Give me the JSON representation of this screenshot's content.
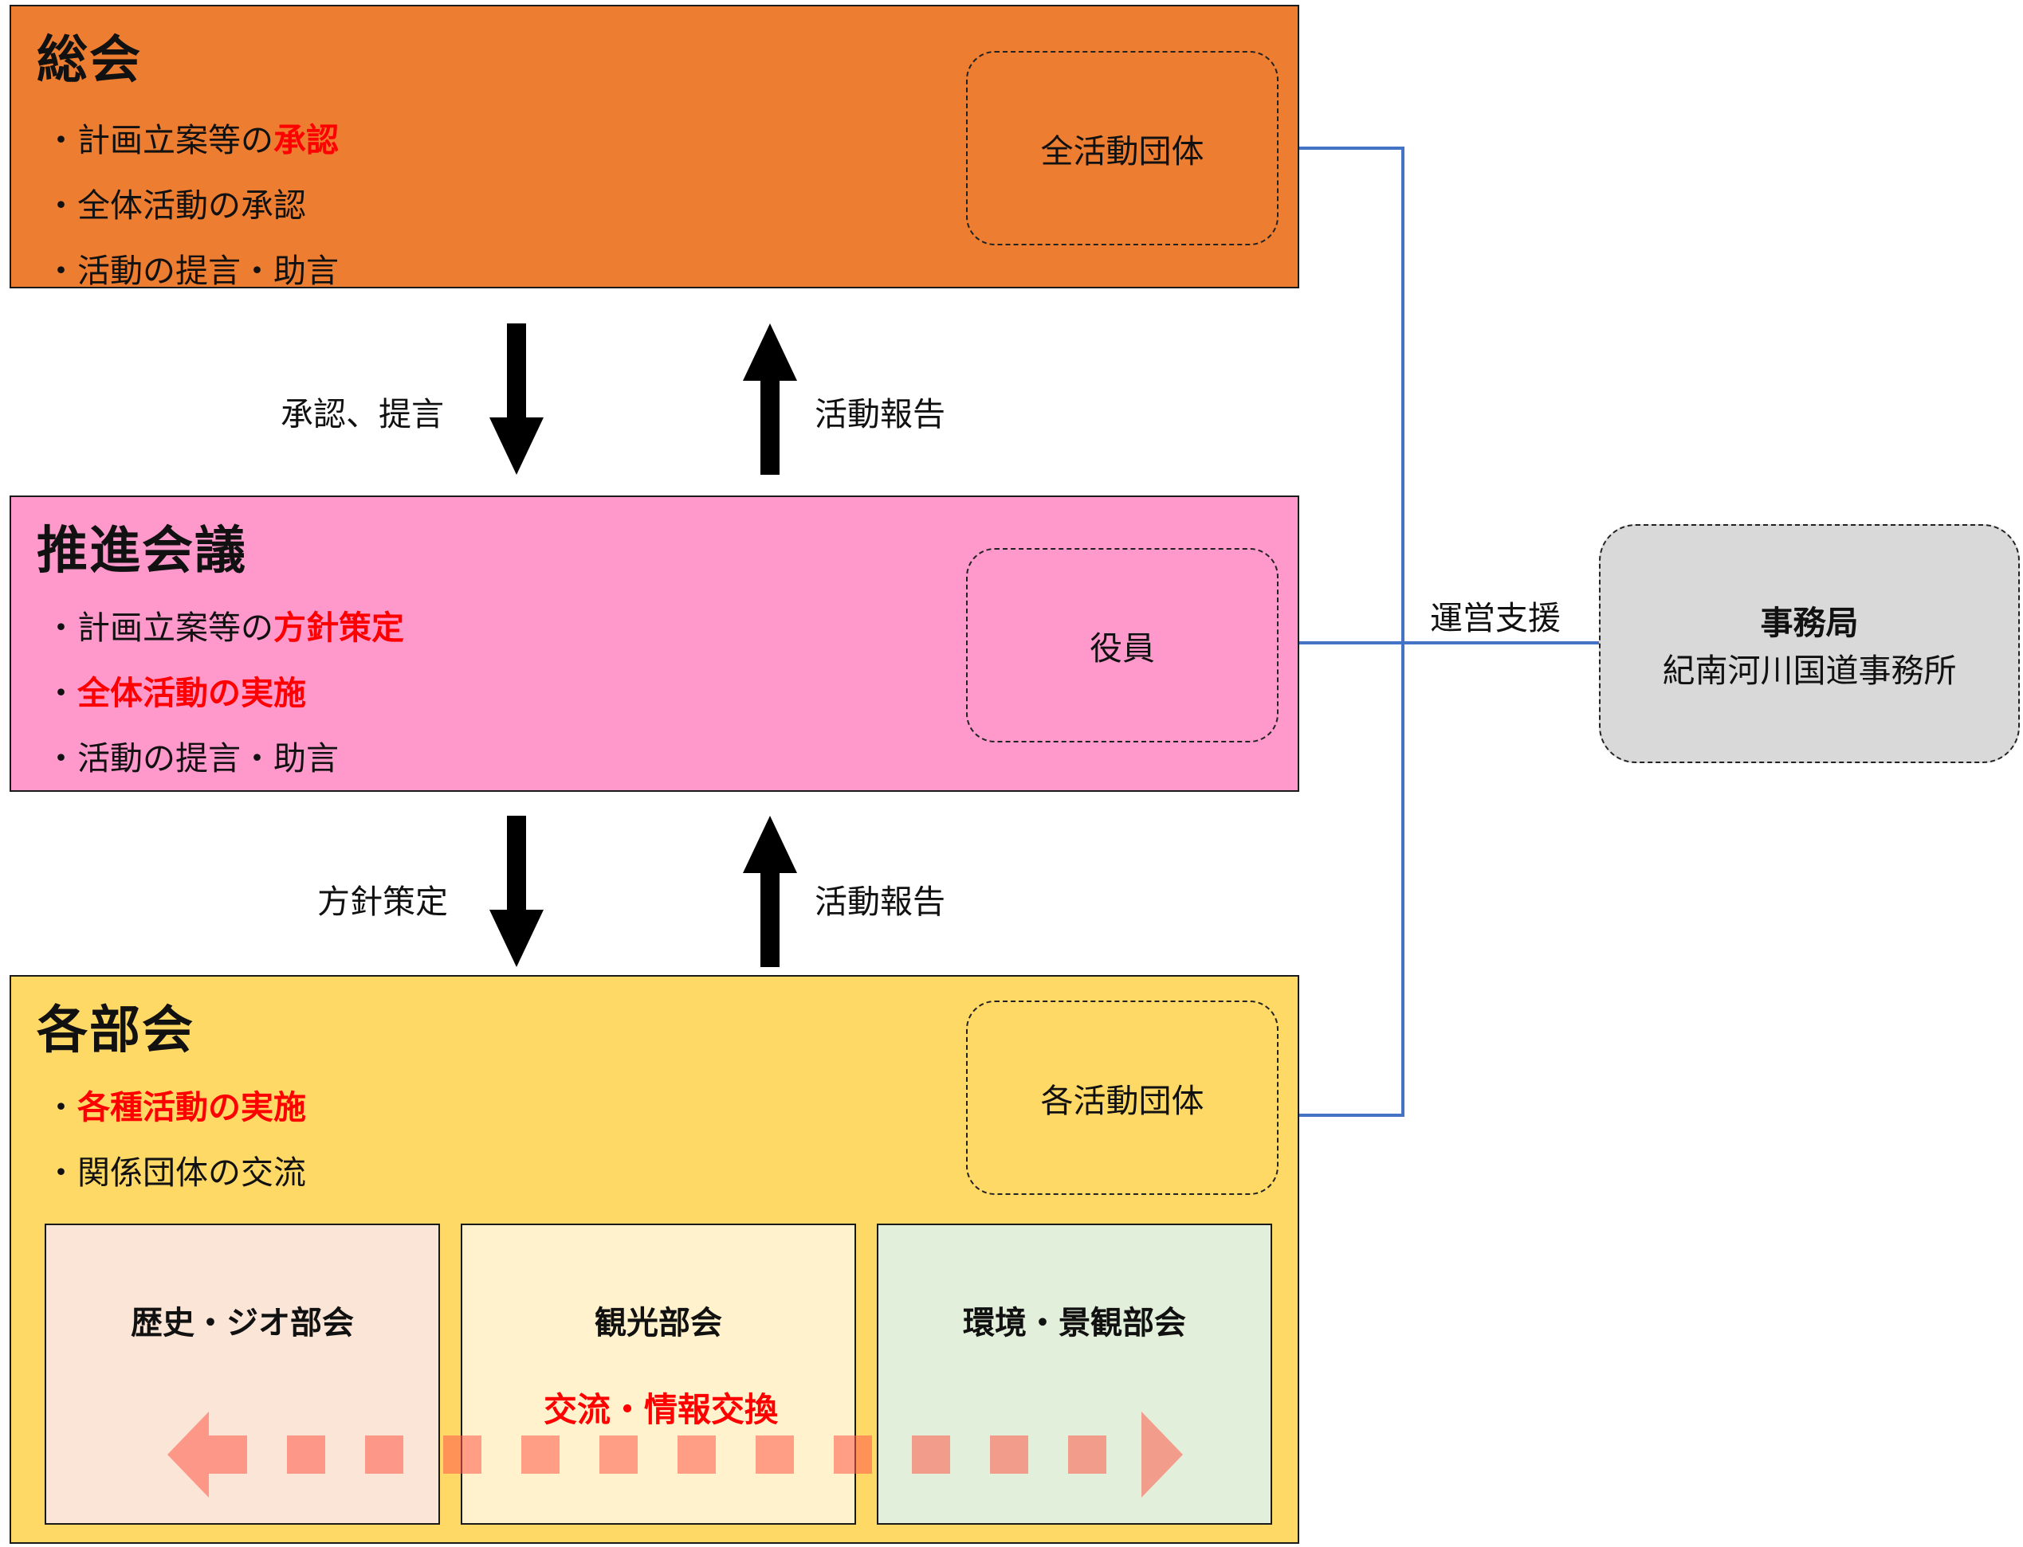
{
  "colors": {
    "general_assembly": "#ed7d31",
    "promotion_council": "#ff99cc",
    "subcommittees": "#ffd966",
    "history_geo": "#fbe5d6",
    "tourism": "#fff2cc",
    "environment": "#e2efda",
    "connector": "#4472c4",
    "highlight": "#ff0000",
    "office": "#d9d9d9"
  },
  "general_assembly": {
    "title": "総会",
    "bullets": [
      {
        "prefix": "・計画立案等の",
        "highlight": "承認"
      },
      {
        "prefix": "・全体活動の承認",
        "highlight": ""
      },
      {
        "prefix": "・活動の提言・助言",
        "highlight": ""
      }
    ],
    "member_box": "全活動団体"
  },
  "arrows_top": {
    "down_label": "承認、提言",
    "up_label": "活動報告"
  },
  "promotion_council": {
    "title": "推進会議",
    "bullets": [
      {
        "prefix": "・計画立案等の",
        "highlight": "方針策定"
      },
      {
        "prefix": "・",
        "highlight": "全体活動の実施"
      },
      {
        "prefix": "・活動の提言・助言",
        "highlight": ""
      }
    ],
    "member_box": "役員"
  },
  "arrows_bottom": {
    "down_label": "方針策定",
    "up_label": "活動報告"
  },
  "subcommittees": {
    "title": "各部会",
    "bullets": [
      {
        "prefix": "・",
        "highlight": "各種活動の実施"
      },
      {
        "prefix": "・関係団体の交流",
        "highlight": ""
      }
    ],
    "member_box": "各活動団体",
    "committees": [
      "歴史・ジオ部会",
      "観光部会",
      "環境・景観部会"
    ],
    "exchange_label": "交流・情報交換"
  },
  "support_label": "運営支援",
  "secretariat": {
    "title": "事務局",
    "name": "紀南河川国道事務所"
  }
}
